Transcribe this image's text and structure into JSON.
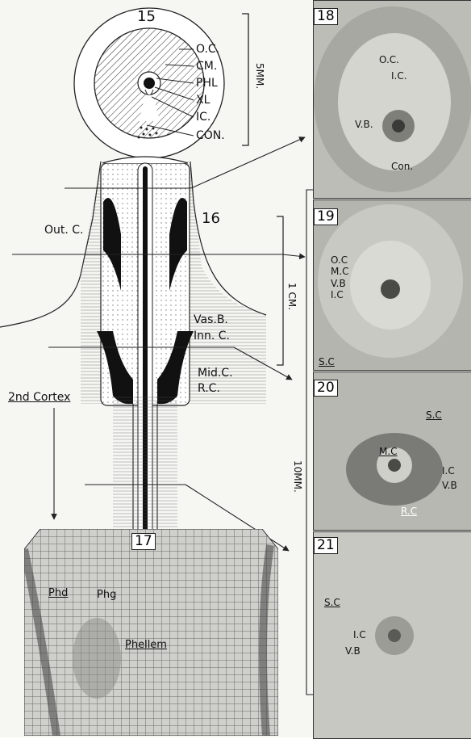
{
  "fig15": {
    "number": "15",
    "scale": "5MM.",
    "labels": {
      "oc": "O.C.",
      "cm": "CM.",
      "phl": "PHL",
      "xl": "XL",
      "ic": "IC.",
      "con": "CON."
    }
  },
  "fig16": {
    "number": "16",
    "scale_1cm": "1 CM.",
    "scale_10mm": "10MM.",
    "labels": {
      "out_c": "Out. C.",
      "vas_b": "Vas.B.",
      "inn_c": "Inn. C.",
      "mid_c": "Mid.C.",
      "r_c": "R.C.",
      "second_cortex": "2nd Cortex"
    }
  },
  "fig17": {
    "number": "17",
    "labels": {
      "phd": "Phd",
      "phg": "Phg",
      "phellem": "Phellem"
    }
  },
  "fig18": {
    "number": "18",
    "labels": {
      "oc": "O.C.",
      "ic": "I.C.",
      "vb": "V.B.",
      "con": "Con."
    }
  },
  "fig19": {
    "number": "19",
    "labels": {
      "oc": "O.C",
      "mc": "M.C",
      "vb": "V.B",
      "ic": "I.C",
      "sc": "S.C"
    }
  },
  "fig20": {
    "number": "20",
    "labels": {
      "sc": "S.C",
      "mc": "M.C",
      "ic": "I.C",
      "vb": "V.B",
      "rc": "R.C"
    }
  },
  "fig21": {
    "number": "21",
    "labels": {
      "sc": "S.C",
      "ic": "I.C",
      "vb": "V.B"
    }
  }
}
